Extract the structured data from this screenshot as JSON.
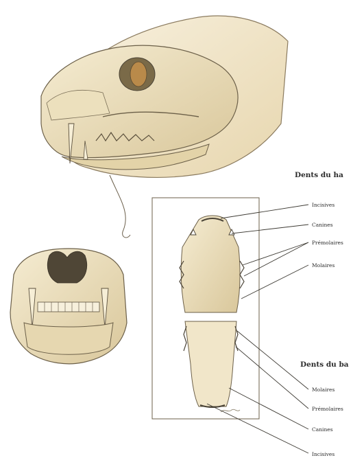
{
  "upper_jaw": {
    "heading": "Dents du ha",
    "labels": [
      "Incisives",
      "Canines",
      "Prémolaires",
      "Molaires"
    ]
  },
  "lower_jaw": {
    "heading": "Dents du ba",
    "labels": [
      "Molaires",
      "Prémolaires",
      "Canines",
      "Incisives"
    ]
  },
  "colors": {
    "bone": "#efe4c4",
    "bone_shadow": "#c9b98a",
    "ink": "#4a4336",
    "eye": "#b98a4a"
  }
}
